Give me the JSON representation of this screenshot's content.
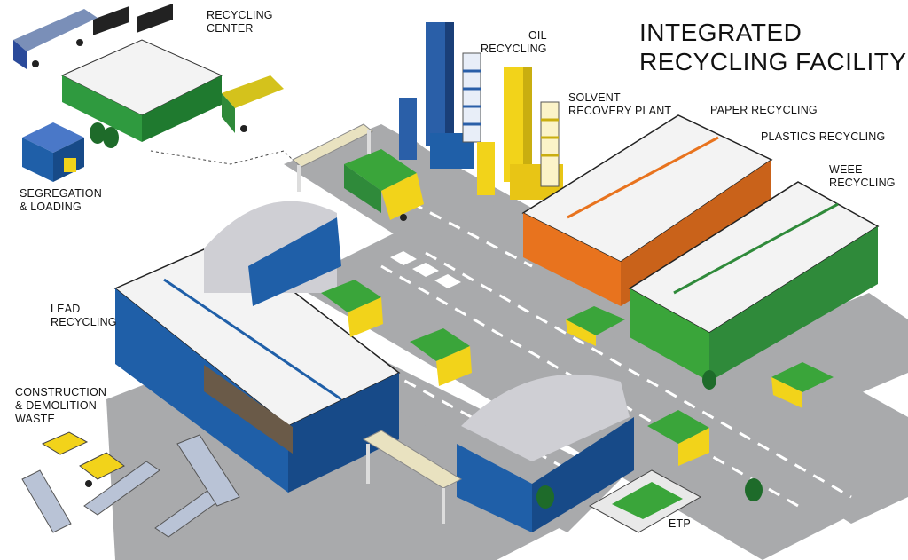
{
  "title": "INTEGRATED\nRECYCLING FACILITY",
  "labels": {
    "recycling_center": "RECYCLING\nCENTER",
    "oil_recycling": "OIL\nRECYCLING",
    "solvent_recovery": "SOLVENT\nRECOVERY PLANT",
    "paper_recycling": "PAPER RECYCLING",
    "plastics_recycling": "PLASTICS RECYCLING",
    "weee_recycling": "WEEE\nRECYCLING",
    "segregation_loading": "SEGREGATION\n& LOADING",
    "lead_recycling": "LEAD\nRECYCLING",
    "construction_demolition": "CONSTRUCTION\n& DEMOLITION\nWASTE",
    "etp": "ETP"
  },
  "colors": {
    "road": "#a9aaac",
    "road_marking": "#ffffff",
    "roof": "#f3f3f3",
    "blue_building": "#1f5fa8",
    "orange_building": "#e8731e",
    "green_building": "#3aa53a",
    "yellow": "#f2d31a",
    "truck_green": "#2f8a3a",
    "text": "#111111"
  },
  "icons": [
    "truck-icon",
    "tree-icon",
    "conveyor-icon",
    "excavator-icon",
    "chimney-icon",
    "gate-icon"
  ]
}
